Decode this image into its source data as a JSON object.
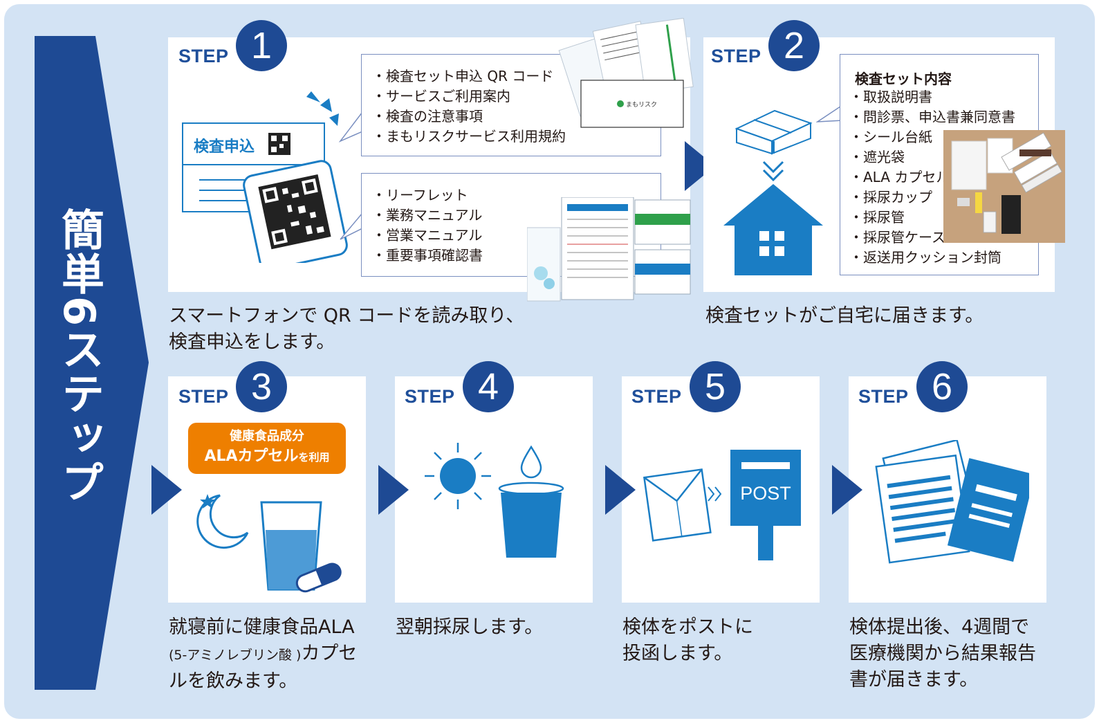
{
  "title": "簡単6ステップ",
  "colors": {
    "accent": "#1e4a94",
    "icon_blue": "#1a7dc4",
    "orange": "#ee7f00",
    "background": "#d3e3f4"
  },
  "steps": [
    {
      "label": "STEP",
      "number": "1",
      "caption_lines": [
        "スマートフォンで QR コードを読み取り、",
        "検査申込をします。"
      ],
      "form_label": "検査申込",
      "bubble_top": [
        "検査セット申込 QR コード",
        "サービスご利用案内",
        "検査の注意事項",
        "まもリスクサービス利用規約"
      ],
      "bubble_bottom": [
        "リーフレット",
        "業務マニュアル",
        "営業マニュアル",
        "重要事項確認書"
      ],
      "brand": "まもリスク"
    },
    {
      "label": "STEP",
      "number": "2",
      "caption_lines": [
        "検査セットがご自宅に届きます。"
      ],
      "contents_heading": "検査セット内容",
      "contents": [
        "取扱説明書",
        "問診票、申込書兼同意書",
        "シール台紙",
        "遮光袋",
        "ALA カプセル",
        "採尿カップ",
        "採尿管",
        "採尿管ケース",
        "返送用クッション封筒"
      ]
    },
    {
      "label": "STEP",
      "number": "3",
      "badge_line1": "健康食品成分",
      "badge_line2_main": "ALAカプセル",
      "badge_line2_suffix": "を利用",
      "caption_line1": "就寝前に健康食品ALA",
      "caption_line2_small": "(5-アミノレブリン酸 )",
      "caption_line2_rest": "カプセ",
      "caption_line3": "ルを飲みます。"
    },
    {
      "label": "STEP",
      "number": "4",
      "caption_lines": [
        "翌朝採尿します。"
      ]
    },
    {
      "label": "STEP",
      "number": "5",
      "caption_lines": [
        "検体をポストに",
        "投函します。"
      ],
      "post_text": "POST"
    },
    {
      "label": "STEP",
      "number": "6",
      "caption_lines": [
        "検体提出後、4週間で",
        "医療機関から結果報告",
        "書が届きます。"
      ]
    }
  ]
}
